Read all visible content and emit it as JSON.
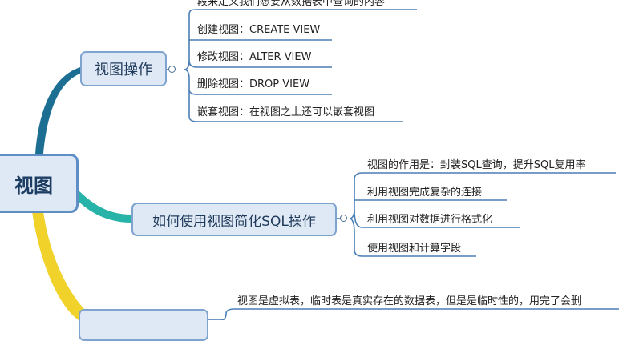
{
  "root": {
    "label": "视图"
  },
  "branches": [
    {
      "label": "视图操作",
      "leaves": [
        "段来定义我们想要从数据表中查询的内容",
        "创建视图：CREATE VIEW",
        "修改视图：ALTER VIEW",
        "删除视图：DROP VIEW",
        "嵌套视图：在视图之上还可以嵌套视图"
      ]
    },
    {
      "label": "如何使用视图简化SQL操作",
      "leaves": [
        "视图的作用是：封装SQL查询，提升SQL复用率",
        "利用视图完成复杂的连接",
        "利用视图对数据进行格式化",
        "使用视图和计算字段"
      ]
    },
    {
      "label": "",
      "leaves": [
        "视图是虚拟表，临时表是真实存在的数据表，但是是临时性的，用完了会删"
      ]
    }
  ],
  "colors": {
    "branch1": "#1c6f93",
    "branch2": "#27b3a7",
    "branch3": "#f0d22a",
    "node_fill": "#dfe9f5",
    "node_border": "#7fa3cf",
    "leaf_line": "#4b7fb6"
  }
}
